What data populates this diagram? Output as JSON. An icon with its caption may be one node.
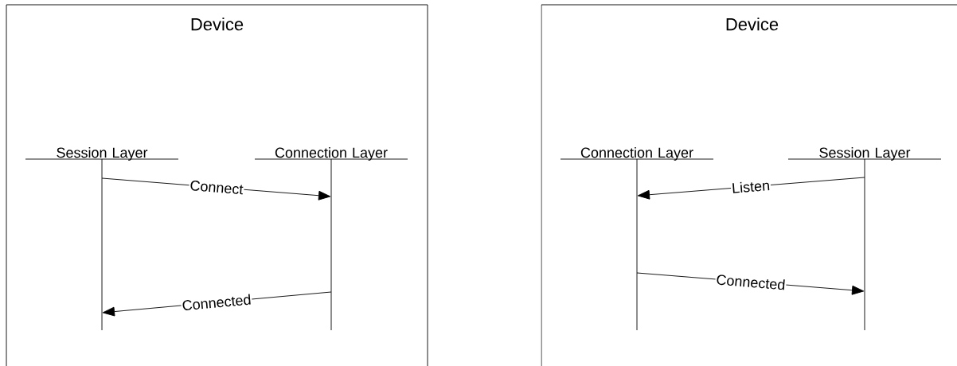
{
  "diagram": {
    "nodes": [
      {
        "text": [
          "Device"
        ]
      },
      {
        "text": [
          "Session Layer"
        ],
        "in": 0
      },
      {
        "text": [
          "Connection Layer"
        ],
        "in": 0
      },
      {
        "text": [
          "Device"
        ]
      },
      {
        "text": [
          "Connection Layer"
        ],
        "in": 3
      },
      {
        "text": [
          "Session Layer"
        ],
        "in": 3
      }
    ],
    "edges": [
      {
        "from": 1,
        "to": 2,
        "arrow": "to",
        "label": "Connect"
      },
      {
        "from": 2,
        "to": 1,
        "arrow": "to",
        "label": "Connected"
      },
      {
        "from": 5,
        "to": 4,
        "arrow": "to",
        "label": "Listen"
      },
      {
        "from": 4,
        "to": 5,
        "arrow": "to",
        "label": "Connected"
      }
    ]
  }
}
